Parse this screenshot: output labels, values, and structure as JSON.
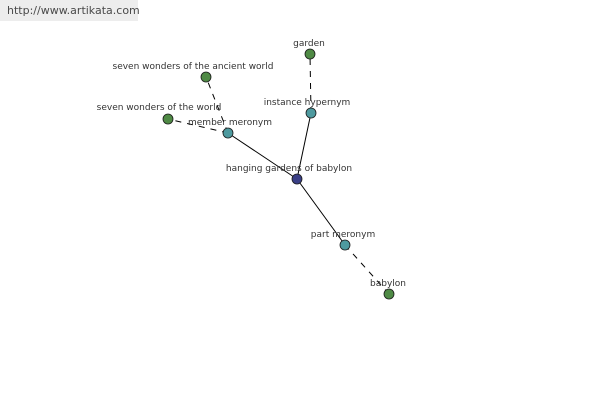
{
  "source_url": "http://www.artikata.com",
  "colors": {
    "center_node": "#3a3f86",
    "relation_node": "#4e9a9f",
    "term_node": "#4f8a45",
    "edge": "#000000"
  },
  "nodes": [
    {
      "id": "hanging-gardens",
      "label": "hanging gardens of babylon",
      "kind": "center"
    },
    {
      "id": "member-meronym",
      "label": "member meronym",
      "kind": "relation"
    },
    {
      "id": "instance-hypernym",
      "label": "instance hypernym",
      "kind": "relation"
    },
    {
      "id": "part-meronym",
      "label": "part meronym",
      "kind": "relation"
    },
    {
      "id": "seven-wonders-ancient",
      "label": "seven wonders of the ancient world",
      "kind": "term"
    },
    {
      "id": "seven-wonders-world",
      "label": "seven wonders of the world",
      "kind": "term"
    },
    {
      "id": "garden",
      "label": "garden",
      "kind": "term"
    },
    {
      "id": "babylon",
      "label": "babylon",
      "kind": "term"
    }
  ],
  "edges": [
    {
      "from": "hanging-gardens",
      "to": "member-meronym",
      "style": "solid"
    },
    {
      "from": "hanging-gardens",
      "to": "instance-hypernym",
      "style": "solid"
    },
    {
      "from": "hanging-gardens",
      "to": "part-meronym",
      "style": "solid"
    },
    {
      "from": "member-meronym",
      "to": "seven-wonders-ancient",
      "style": "dashed"
    },
    {
      "from": "member-meronym",
      "to": "seven-wonders-world",
      "style": "dashed"
    },
    {
      "from": "instance-hypernym",
      "to": "garden",
      "style": "dashed"
    },
    {
      "from": "part-meronym",
      "to": "babylon",
      "style": "dashed"
    }
  ]
}
